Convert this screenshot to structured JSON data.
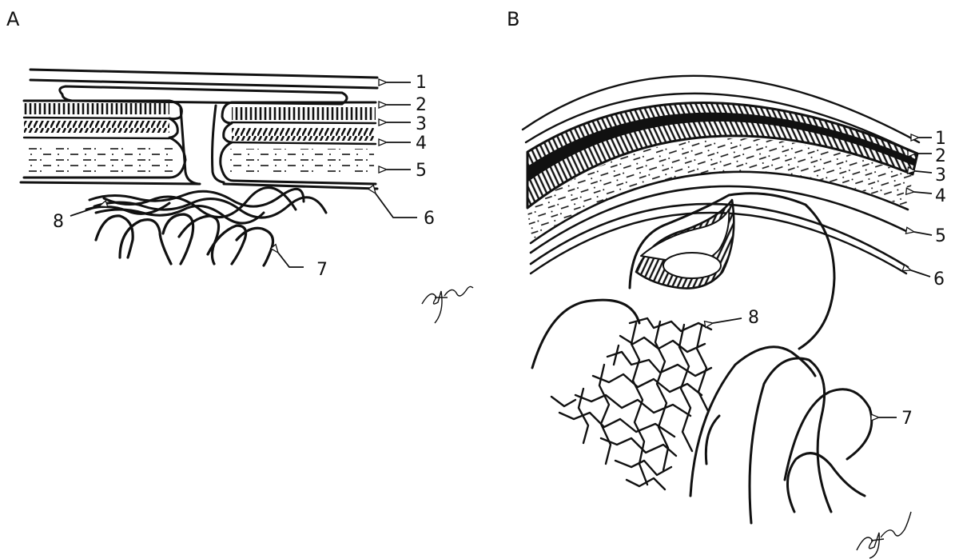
{
  "panels": [
    {
      "letter": "A",
      "labels": [
        "1",
        "2",
        "3",
        "4",
        "5",
        "6",
        "7",
        "8"
      ]
    },
    {
      "letter": "B",
      "labels": [
        "1",
        "2",
        "3",
        "4",
        "5",
        "6",
        "7",
        "8"
      ]
    }
  ],
  "signature": "Aflor",
  "colors": {
    "ink": "#111111",
    "background": "#ffffff"
  }
}
